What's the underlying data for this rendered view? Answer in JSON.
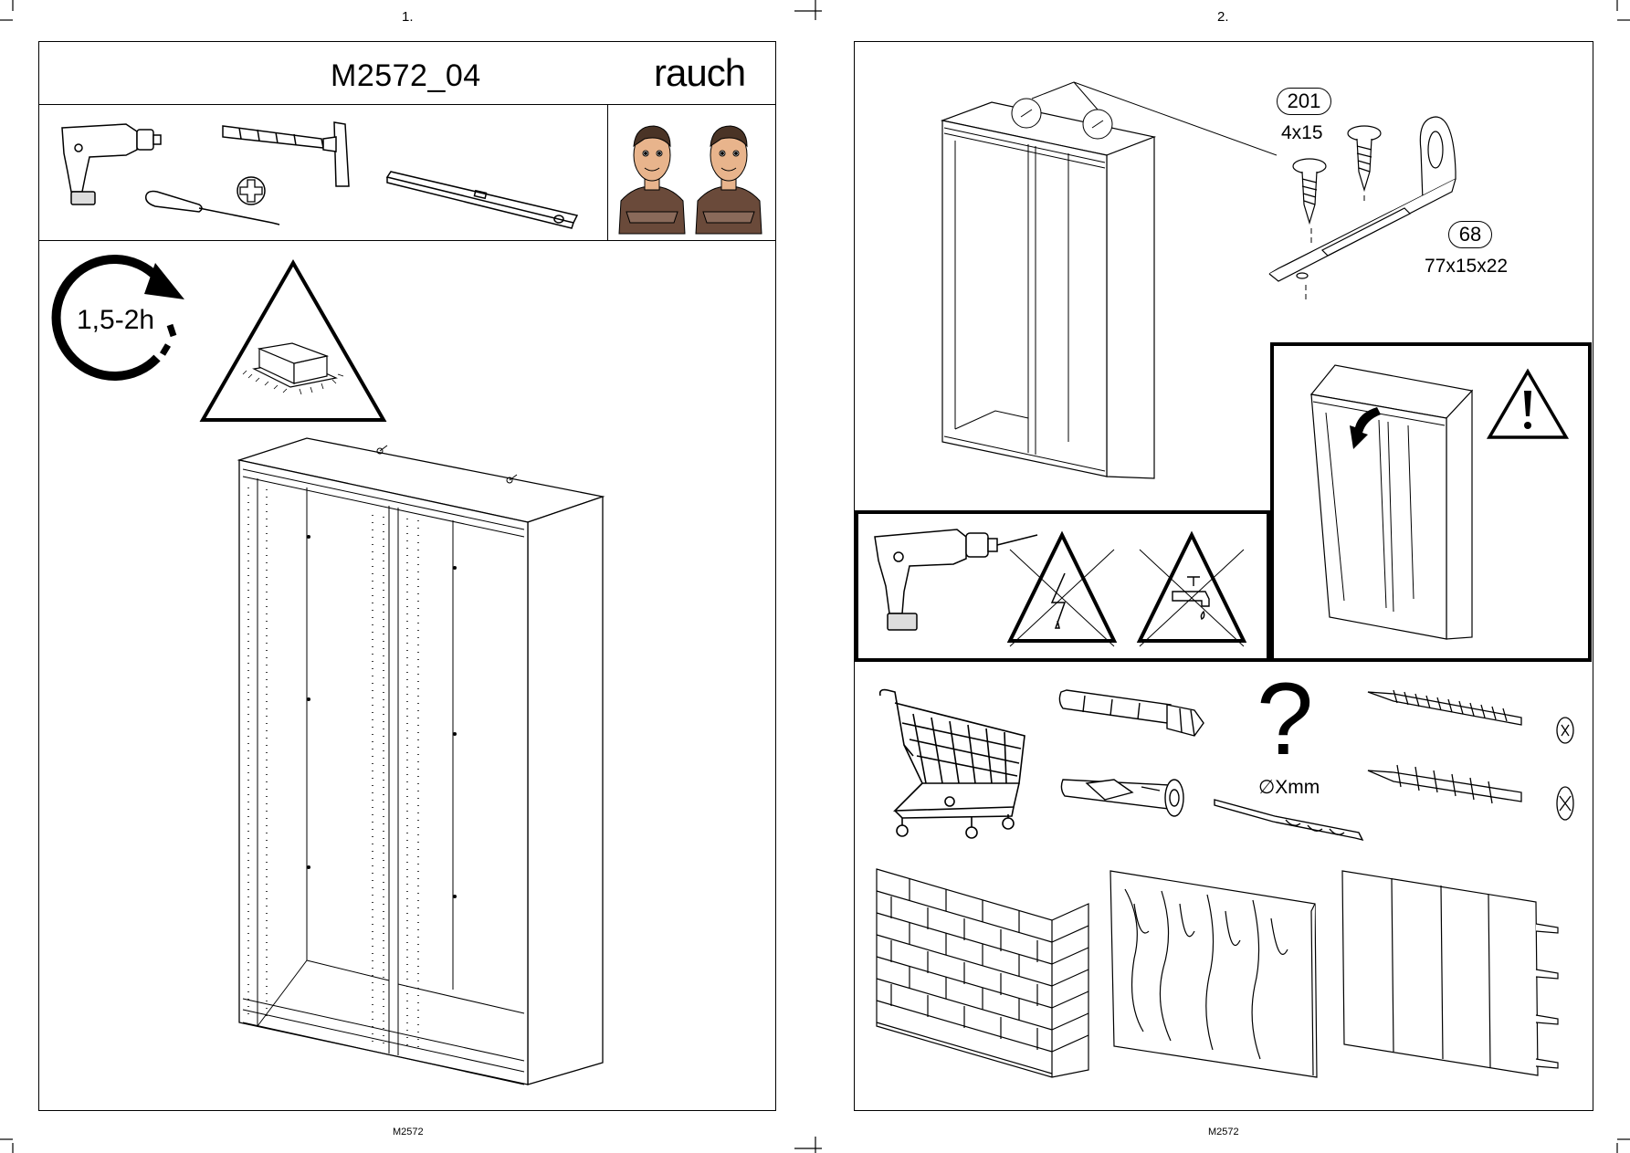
{
  "pages": {
    "left": {
      "number": "1.",
      "footer": "M2572"
    },
    "right": {
      "number": "2.",
      "footer": "M2572"
    }
  },
  "header": {
    "model": "M2572_04",
    "brand": "rauch"
  },
  "tools": [
    "cordless-drill",
    "hammer",
    "phillips-screwdriver",
    "spirit-level"
  ],
  "assembly": {
    "time": "1,5-2h",
    "persons": 2
  },
  "parts": [
    {
      "id": "201",
      "size": "4x15"
    },
    {
      "id": "68",
      "size": "77x15x22"
    }
  ],
  "wall_fixing": {
    "drill_label": "∅Xmm",
    "question_mark": "?"
  },
  "colors": {
    "line": "#000000",
    "background": "#ffffff",
    "skin": "#e8b48c",
    "shirt": "#6a4a3a"
  }
}
